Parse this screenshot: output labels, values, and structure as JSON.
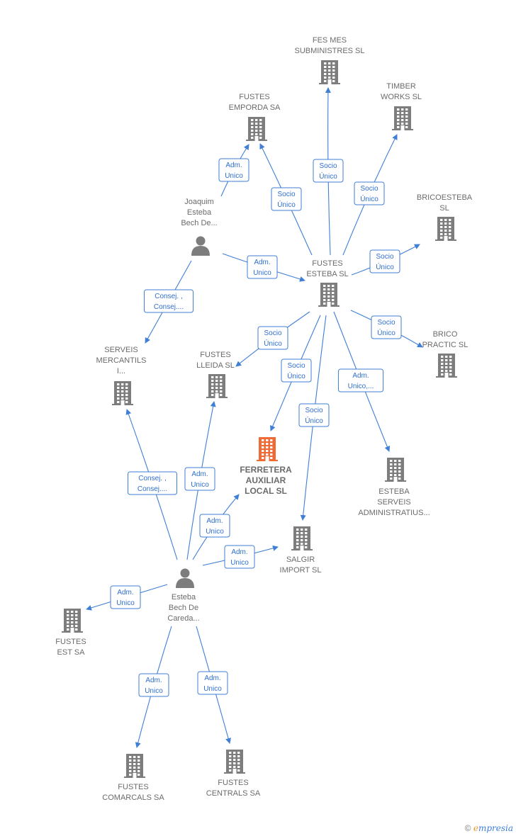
{
  "colors": {
    "building": "#7d7d7d",
    "highlight": "#f06a35",
    "person": "#7d7d7d",
    "edge": "#3f7fd6"
  },
  "nodes": [
    {
      "id": "fes_mes",
      "type": "company",
      "lines": [
        "FES MES",
        "SUBMINISTRES SL"
      ]
    },
    {
      "id": "fustes_emporda",
      "type": "company",
      "lines": [
        "FUSTES",
        "EMPORDA SA"
      ]
    },
    {
      "id": "timber",
      "type": "company",
      "lines": [
        "TIMBER",
        "WORKS  SL"
      ]
    },
    {
      "id": "bricoesteba",
      "type": "company",
      "lines": [
        "BRICOESTEBA",
        "SL"
      ]
    },
    {
      "id": "joaquim",
      "type": "person",
      "lines": [
        "Joaquim",
        "Esteba",
        "Bech De..."
      ]
    },
    {
      "id": "fustes_esteba",
      "type": "company",
      "lines": [
        "FUSTES",
        "ESTEBA  SL"
      ]
    },
    {
      "id": "brico_practic",
      "type": "company",
      "lines": [
        "BRICO",
        "PRACTIC SL"
      ]
    },
    {
      "id": "serveis_mercantils",
      "type": "company",
      "lines": [
        "SERVEIS",
        "MERCANTILS",
        "I..."
      ]
    },
    {
      "id": "fustes_lleida",
      "type": "company",
      "lines": [
        "FUSTES",
        "LLEIDA SL"
      ]
    },
    {
      "id": "ferretera",
      "type": "company",
      "highlight": true,
      "lines": [
        "FERRETERA",
        "AUXILIAR",
        "LOCAL  SL"
      ]
    },
    {
      "id": "esteba_serveis",
      "type": "company",
      "lines": [
        "ESTEBA",
        "SERVEIS",
        "ADMINISTRATIUS..."
      ]
    },
    {
      "id": "salgir",
      "type": "company",
      "lines": [
        "SALGIR",
        "IMPORT  SL"
      ]
    },
    {
      "id": "esteba_person",
      "type": "person",
      "lines": [
        "Esteba",
        "Bech De",
        "Careda..."
      ]
    },
    {
      "id": "fustes_est",
      "type": "company",
      "lines": [
        "FUSTES",
        "EST SA"
      ]
    },
    {
      "id": "fustes_comarcals",
      "type": "company",
      "lines": [
        "FUSTES",
        "COMARCALS SA"
      ]
    },
    {
      "id": "fustes_centrals",
      "type": "company",
      "lines": [
        "FUSTES",
        "CENTRALS SA"
      ]
    }
  ],
  "edges": [
    {
      "from": "fustes_esteba",
      "to": "fes_mes",
      "label": [
        "Socio",
        "Único"
      ]
    },
    {
      "from": "fustes_esteba",
      "to": "fustes_emporda",
      "label": [
        "Socio",
        "Único"
      ]
    },
    {
      "from": "fustes_esteba",
      "to": "timber",
      "label": [
        "Socio",
        "Único"
      ]
    },
    {
      "from": "fustes_esteba",
      "to": "bricoesteba",
      "label": [
        "Socio",
        "Único"
      ]
    },
    {
      "from": "fustes_esteba",
      "to": "brico_practic",
      "label": [
        "Socio",
        "Único"
      ]
    },
    {
      "from": "fustes_esteba",
      "to": "fustes_lleida",
      "label": [
        "Socio",
        "Único"
      ]
    },
    {
      "from": "fustes_esteba",
      "to": "ferretera",
      "label": [
        "Socio",
        "Único"
      ]
    },
    {
      "from": "fustes_esteba",
      "to": "salgir",
      "label": [
        "Socio",
        "Único"
      ]
    },
    {
      "from": "fustes_esteba",
      "to": "esteba_serveis",
      "label": [
        "Adm.",
        "Unico,..."
      ]
    },
    {
      "from": "joaquim",
      "to": "fustes_emporda",
      "label": [
        "Adm.",
        "Unico"
      ]
    },
    {
      "from": "joaquim",
      "to": "fustes_esteba",
      "label": [
        "Adm.",
        "Unico"
      ]
    },
    {
      "from": "joaquim",
      "to": "serveis_mercantils",
      "label": [
        "Consej. ,",
        "Consej...."
      ]
    },
    {
      "from": "esteba_person",
      "to": "serveis_mercantils",
      "label": [
        "Consej. ,",
        "Consej...."
      ]
    },
    {
      "from": "esteba_person",
      "to": "fustes_lleida",
      "label": [
        "Adm.",
        "Unico"
      ]
    },
    {
      "from": "esteba_person",
      "to": "ferretera",
      "label": [
        "Adm.",
        "Unico"
      ]
    },
    {
      "from": "esteba_person",
      "to": "salgir",
      "label": [
        "Adm.",
        "Unico"
      ]
    },
    {
      "from": "esteba_person",
      "to": "fustes_est",
      "label": [
        "Adm.",
        "Unico"
      ]
    },
    {
      "from": "esteba_person",
      "to": "fustes_comarcals",
      "label": [
        "Adm.",
        "Unico"
      ]
    },
    {
      "from": "esteba_person",
      "to": "fustes_centrals",
      "label": [
        "Adm.",
        "Unico"
      ]
    }
  ],
  "watermark": {
    "copyright": "©",
    "brand_e": "e",
    "brand_rest": "mpresia"
  }
}
